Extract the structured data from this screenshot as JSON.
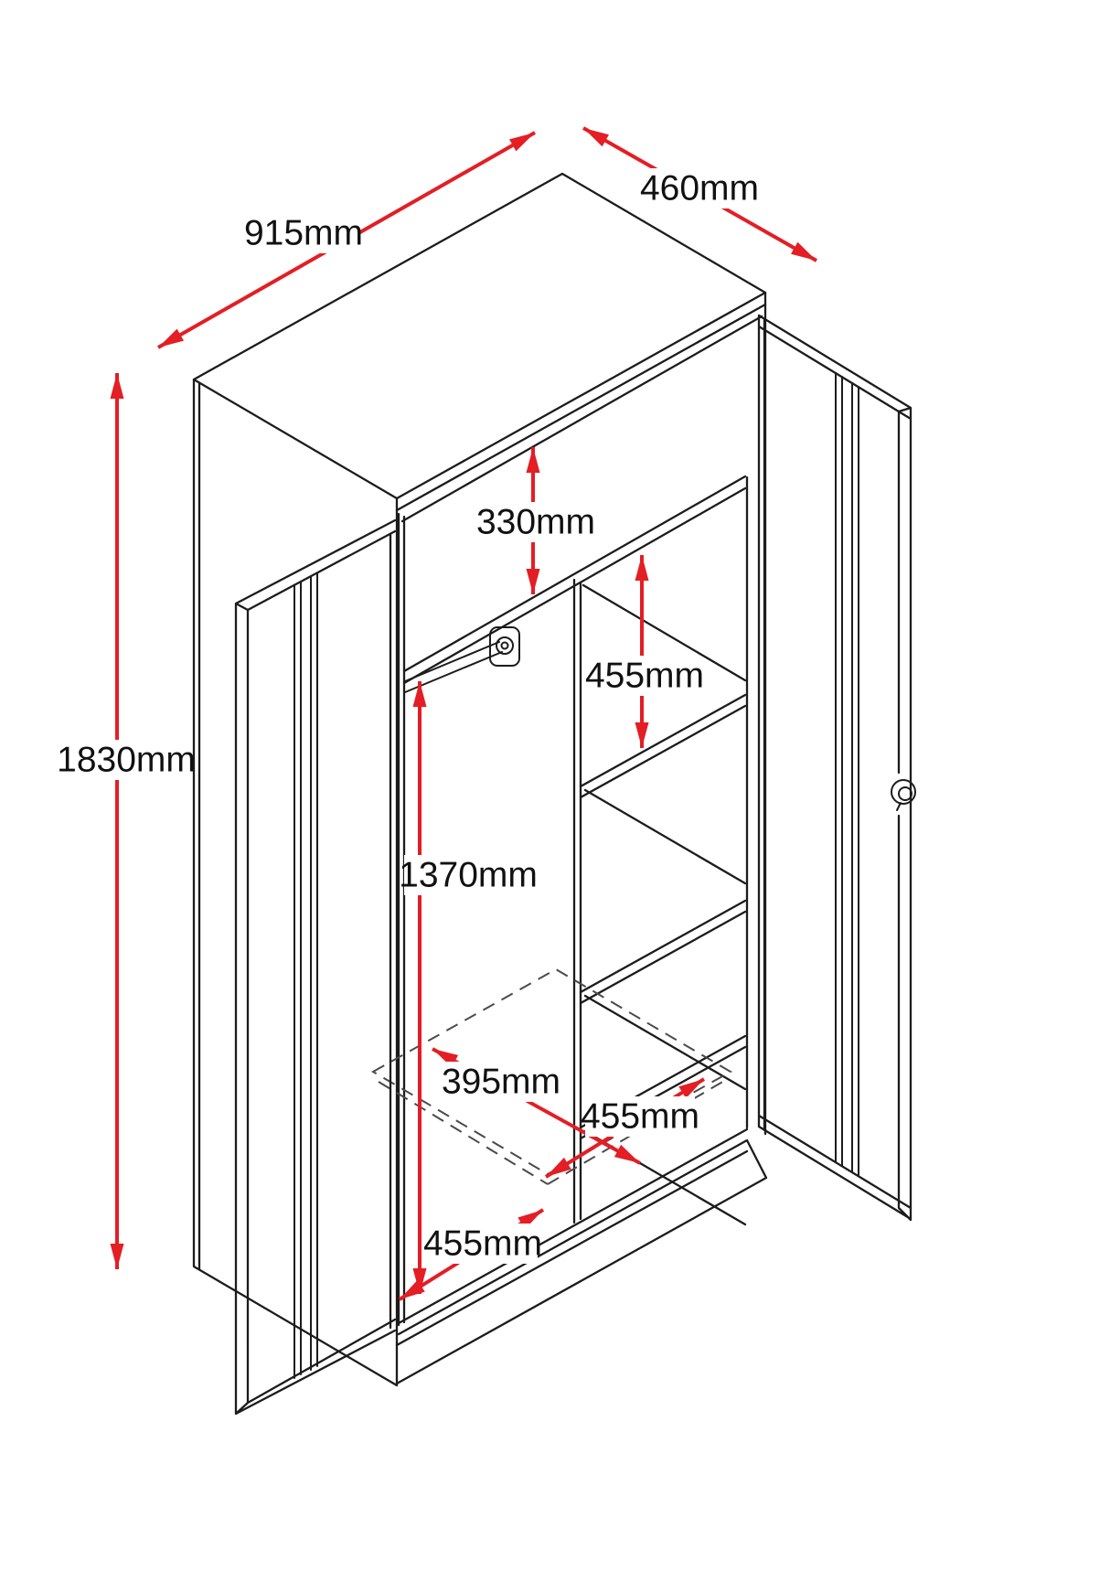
{
  "diagram": {
    "subject": "isometric dimension drawing of a two-door steel cabinet with shelves and hanging rail",
    "background_color": "#ffffff",
    "line_color": "#1c1c1c",
    "dashed_line_color": "#4a4a4a",
    "dimension_color": "#e31e25",
    "dimensions": {
      "width": {
        "label": "915mm"
      },
      "depth": {
        "label": "460mm"
      },
      "height": {
        "label": "1830mm"
      },
      "top_compartment_height": {
        "label": "330mm"
      },
      "shelf_spacing": {
        "label": "455mm"
      },
      "hanging_space_height": {
        "label": "1370mm"
      },
      "shelf_depth": {
        "label": "395mm"
      },
      "right_column_width": {
        "label": "455mm"
      },
      "left_compartment_width": {
        "label": "455mm"
      }
    }
  }
}
